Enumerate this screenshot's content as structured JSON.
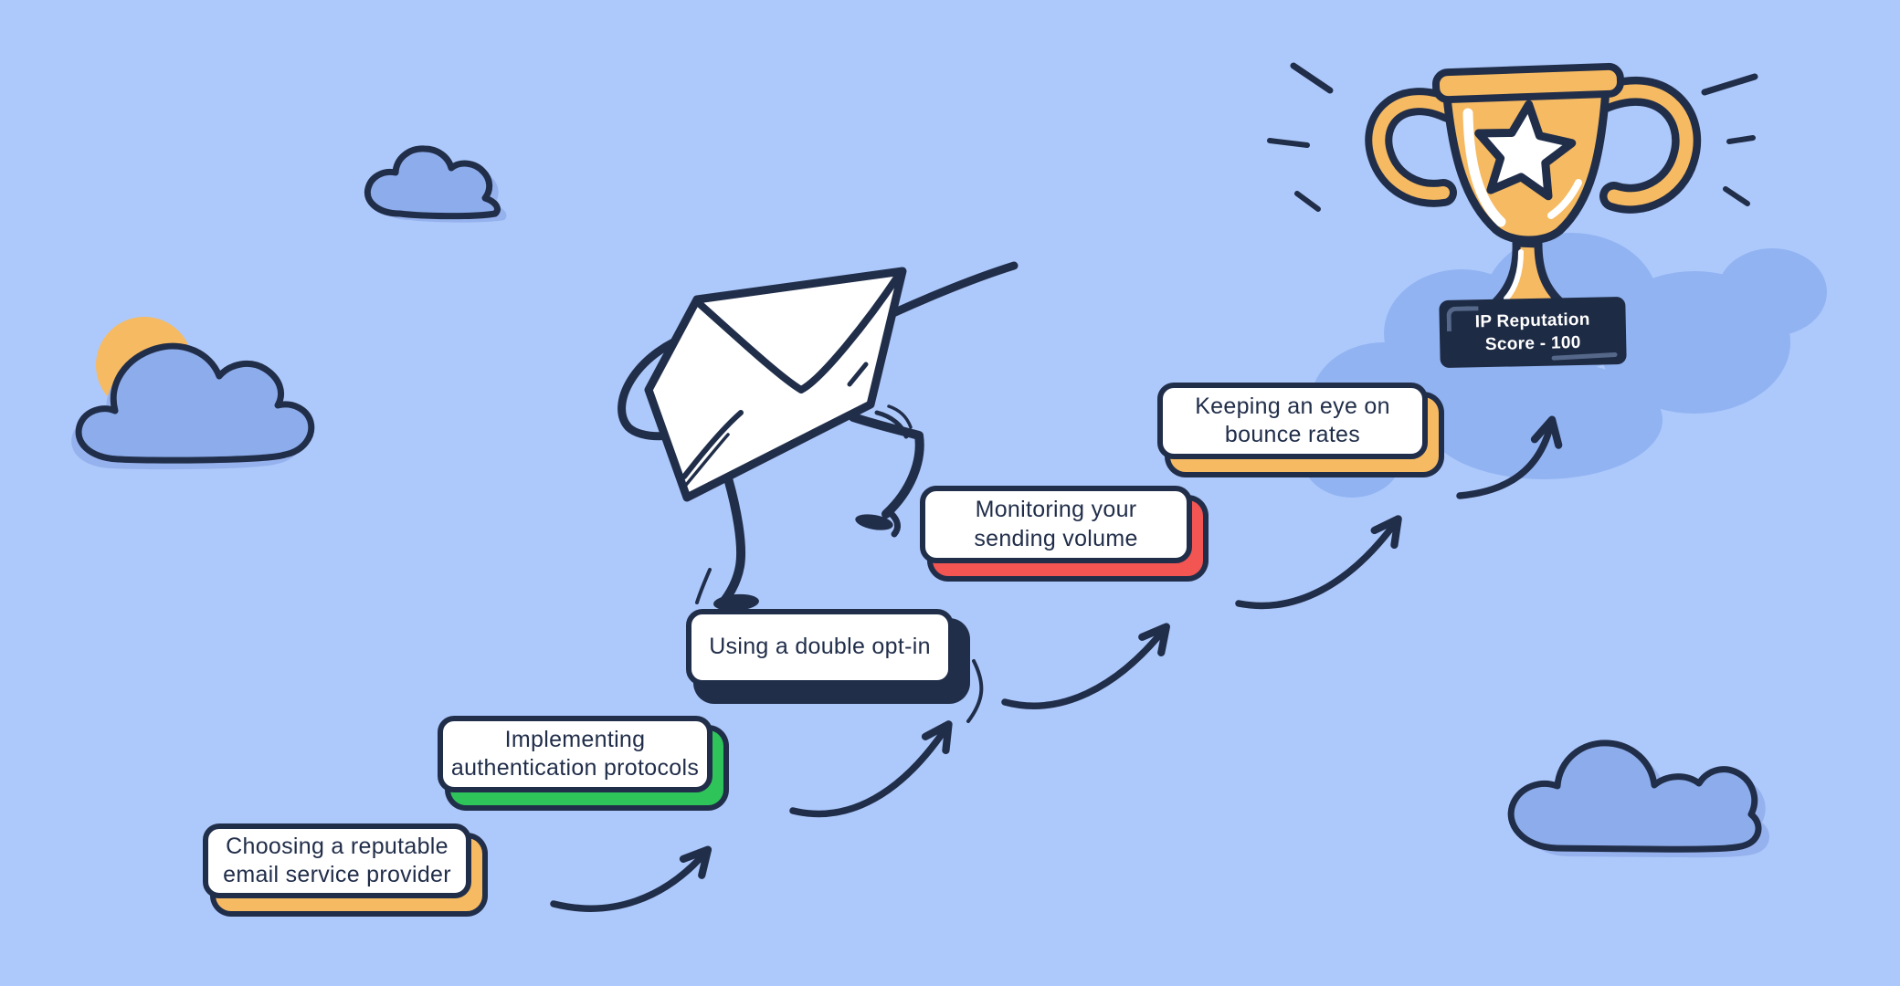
{
  "palette": {
    "bg": "#ADC9FB",
    "ink": "#212E4A",
    "cloud": "#8CACEB",
    "cloud_shadow": "#96B2EE",
    "blob": "#91B3F2",
    "sun": "#F6BA62",
    "gold": "#F6BA62",
    "badge_bg": "#1E2B45",
    "badge_trim": "#55688A"
  },
  "steps": [
    {
      "name": "step-1",
      "accent": "#F6BA62",
      "lines": [
        "Choosing a reputable",
        "email service provider"
      ]
    },
    {
      "name": "step-2",
      "accent": "#2EC45A",
      "lines": [
        "Implementing",
        "authentication protocols"
      ]
    },
    {
      "name": "step-3",
      "accent": "#212E4A",
      "lines": [
        "Using a double opt-in"
      ]
    },
    {
      "name": "step-4",
      "accent": "#F25552",
      "lines": [
        "Monitoring your",
        "sending volume"
      ]
    },
    {
      "name": "step-5",
      "accent": "#F6BA62",
      "lines": [
        "Keeping an eye on",
        "bounce rates"
      ]
    }
  ],
  "trophy": {
    "badge_lines": [
      "IP Reputation",
      "Score - 100"
    ]
  },
  "figures": {
    "envelope_character": "white envelope mascot with arms and legs climbing the steps",
    "trophy": "gold trophy cup with white star",
    "sun": "orange sun behind left cloud",
    "clouds_outlined": 3,
    "arrows": 5
  }
}
